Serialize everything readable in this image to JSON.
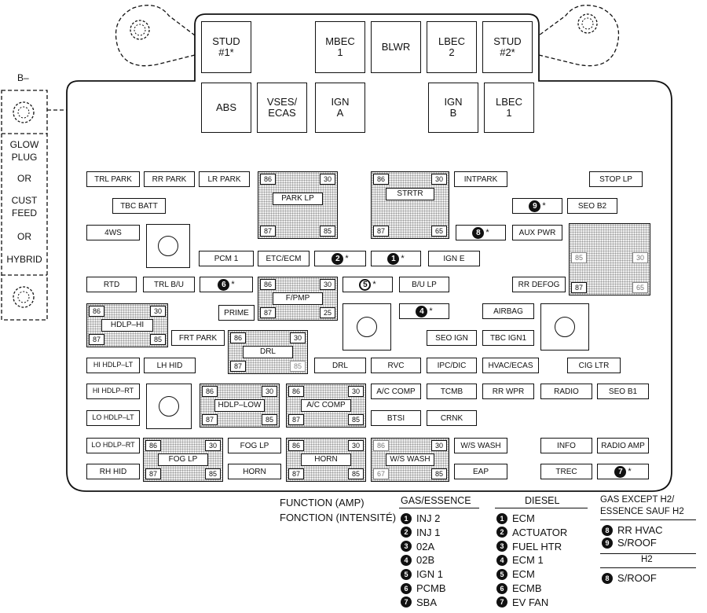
{
  "left_panel": {
    "ground_label": "B–",
    "lines": [
      "GLOW",
      "PLUG",
      "OR",
      "CUST",
      "FEED",
      "OR",
      "HYBRID"
    ]
  },
  "top_fuses": {
    "stud1": "STUD\n#1*",
    "mbec1": "MBEC\n1",
    "blwr": "BLWR",
    "lbec2": "LBEC\n2",
    "stud2": "STUD\n#2*",
    "abs": "ABS",
    "vses": "VSES/\nECAS",
    "ign_a": "IGN\nA",
    "ign_b": "IGN\nB",
    "lbec1": "LBEC\n1"
  },
  "fuses": {
    "trl_park": "TRL PARK",
    "rr_park": "RR PARK",
    "lr_park": "LR PARK",
    "tbc_batt": "TBC BATT",
    "fourws": "4WS",
    "pcm1": "PCM 1",
    "etc_ecm": "ETC/ECM",
    "ign_e": "IGN E",
    "intpark": "INTPARK",
    "stop_lp": "STOP LP",
    "seo_b2": "SEO B2",
    "aux_pwr": "AUX PWR",
    "rtd": "RTD",
    "trl_bu": "TRL B/U",
    "bu_lp": "B/U LP",
    "rr_defog": "RR DEFOG",
    "prime": "PRIME",
    "airbag": "AIRBAG",
    "frt_park": "FRT PARK",
    "seo_ign": "SEO IGN",
    "tbc_ign1": "TBC IGN1",
    "hi_hdlp_lt": "HI HDLP–LT",
    "lh_hid": "LH HID",
    "drl": "DRL",
    "rvc": "RVC",
    "ipc_dic": "IPC/DIC",
    "hvac_ecas": "HVAC/ECAS",
    "cig_ltr": "CIG LTR",
    "hi_hdlp_rt": "HI HDLP–RT",
    "ac_comp": "A/C COMP",
    "tcmb": "TCMB",
    "rr_wpr": "RR WPR",
    "radio": "RADIO",
    "seo_b1": "SEO B1",
    "lo_hdlp_lt": "LO HDLP–LT",
    "btsi": "BTSI",
    "crnk": "CRNK",
    "lo_hdlp_rt": "LO HDLP–RT",
    "fog_lp": "FOG LP",
    "ws_wash": "W/S WASH",
    "info": "INFO",
    "radio_amp": "RADIO AMP",
    "rh_hid": "RH HID",
    "horn": "HORN",
    "eap": "EAP",
    "trec": "TREC"
  },
  "relays": {
    "park_lp": "PARK LP",
    "strtr": "STRTR",
    "fpmp": "F/PMP",
    "hdlp_hi": "HDLP–HI",
    "drl": "DRL",
    "hdlp_low": "HDLP–LOW",
    "ac_comp": "A/C COMP",
    "fog_lp": "FOG LP",
    "horn": "HORN",
    "ws_wash": "W/S WASH",
    "pins": {
      "p86": "86",
      "p30": "30",
      "p87": "87",
      "p85": "85"
    },
    "faded_pins": {
      "p85": "85",
      "p87": "87",
      "p86": "86",
      "p30": "30",
      "p65": "65",
      "p25": "25",
      "p67": "67"
    }
  },
  "markers": {
    "m9": "9",
    "m8": "8",
    "m2": "2",
    "m1": "1",
    "m6": "6",
    "m5": "5",
    "m4": "4",
    "m7": "7",
    "star": "*"
  },
  "legend": {
    "function_en": "FUNCTION (AMP)",
    "function_fr": "FONCTION (INTENSITÉ)",
    "gas_title": "GAS/ESSENCE",
    "gas_items": [
      {
        "n": "1",
        "label": "INJ 2"
      },
      {
        "n": "2",
        "label": "INJ 1"
      },
      {
        "n": "3",
        "label": "02A"
      },
      {
        "n": "4",
        "label": "02B"
      },
      {
        "n": "5",
        "label": "IGN 1"
      },
      {
        "n": "6",
        "label": "PCMB"
      },
      {
        "n": "7",
        "label": "SBA"
      }
    ],
    "diesel_title": "DIESEL",
    "diesel_items": [
      {
        "n": "1",
        "label": "ECM"
      },
      {
        "n": "2",
        "label": "ACTUATOR"
      },
      {
        "n": "3",
        "label": "FUEL HTR"
      },
      {
        "n": "4",
        "label": "ECM 1"
      },
      {
        "n": "5",
        "label": "ECM"
      },
      {
        "n": "6",
        "label": "ECMB"
      },
      {
        "n": "7",
        "label": "EV FAN"
      }
    ],
    "gas_except_title1": "GAS EXCEPT H2/",
    "gas_except_title2": "ESSENCE SAUF H2",
    "gas_except_items": [
      {
        "n": "8",
        "label": "RR HVAC"
      },
      {
        "n": "9",
        "label": "S/ROOF"
      }
    ],
    "h2_title": "H2",
    "h2_items": [
      {
        "n": "8",
        "label": "S/ROOF"
      }
    ]
  }
}
